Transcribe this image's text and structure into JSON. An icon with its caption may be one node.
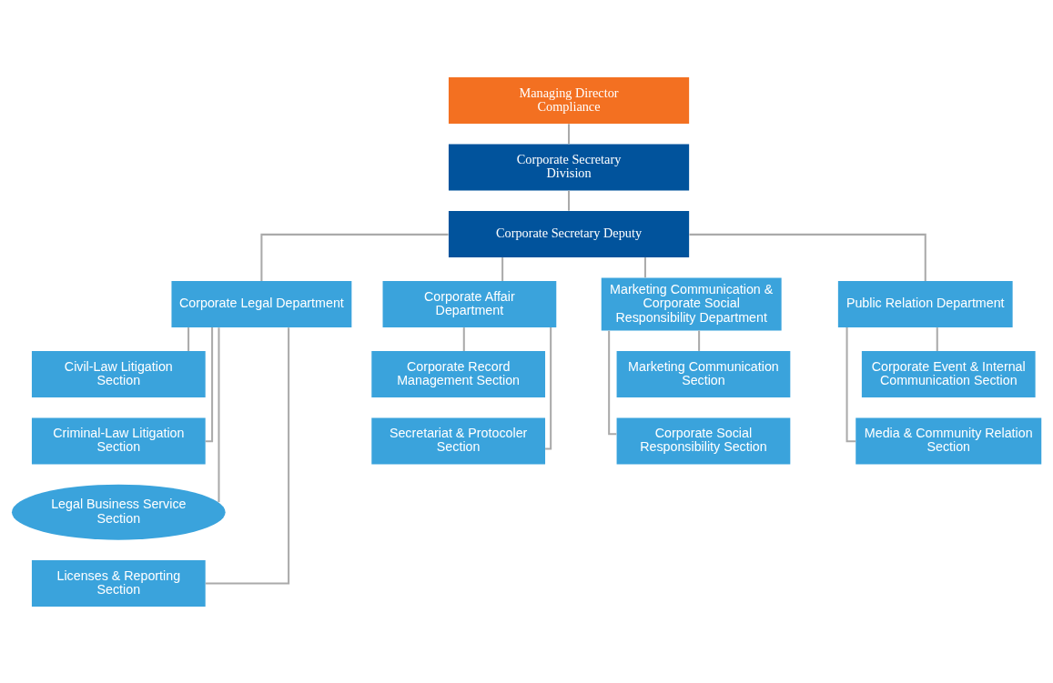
{
  "diagram": {
    "nodes": [
      {
        "text": [
          "Managing Director Compliance"
        ]
      },
      {
        "text": [
          "Corporate Secretary Division"
        ]
      },
      {
        "text": [
          "Corporate Secretary Deputy"
        ]
      },
      {
        "text": [
          "Corporate Legal Department"
        ]
      },
      {
        "text": [
          "Corporate Affair Department"
        ]
      },
      {
        "text": [
          "Marketing Communication & Corporate Social Responsibility Department"
        ]
      },
      {
        "text": [
          "Public Relation Department"
        ]
      },
      {
        "text": [
          "Civil-Law Litigation Section"
        ]
      },
      {
        "text": [
          "Corporate Record Management Section"
        ]
      },
      {
        "text": [
          "Marketing Communication Section"
        ]
      },
      {
        "text": [
          "Corporate Event & Internal Communication Section"
        ]
      },
      {
        "text": [
          "Criminal-Law Litigation Section"
        ]
      },
      {
        "text": [
          "Secretariat & Protocoler Section"
        ]
      },
      {
        "text": [
          "Corporate Social Responsibility Section"
        ]
      },
      {
        "text": [
          "Media & Community Relation Section"
        ]
      },
      {
        "text": [
          "Legal Business Service Section"
        ]
      },
      {
        "text": [
          "Licenses & Reporting Section"
        ]
      }
    ],
    "edges": [
      {
        "from": 0,
        "to": 1,
        "arrow": "none"
      },
      {
        "from": 1,
        "to": 2,
        "arrow": "none"
      },
      {
        "from": 2,
        "to": 3,
        "arrow": "none"
      },
      {
        "from": 2,
        "to": 4,
        "arrow": "none"
      },
      {
        "from": 2,
        "to": 5,
        "arrow": "none"
      },
      {
        "from": 2,
        "to": 6,
        "arrow": "none"
      },
      {
        "from": 3,
        "to": 7,
        "arrow": "none"
      },
      {
        "from": 3,
        "to": 11,
        "arrow": "none"
      },
      {
        "from": 3,
        "to": 15,
        "arrow": "none"
      },
      {
        "from": 3,
        "to": 16,
        "arrow": "none"
      },
      {
        "from": 4,
        "to": 8,
        "arrow": "none"
      },
      {
        "from": 4,
        "to": 12,
        "arrow": "none"
      },
      {
        "from": 5,
        "to": 9,
        "arrow": "none"
      },
      {
        "from": 5,
        "to": 13,
        "arrow": "none"
      },
      {
        "from": 6,
        "to": 10,
        "arrow": "none"
      },
      {
        "from": 6,
        "to": 14,
        "arrow": "none"
      }
    ]
  }
}
